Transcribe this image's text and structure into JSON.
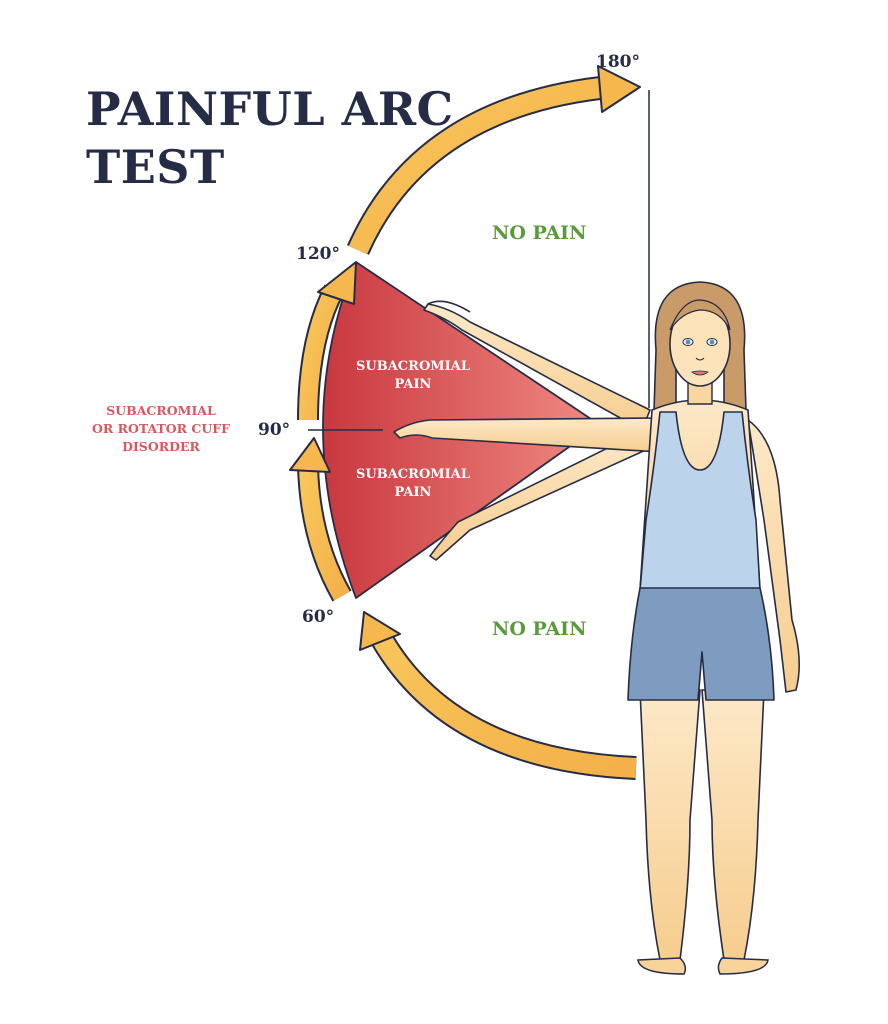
{
  "title": {
    "line1": "PAINFUL ARC",
    "line2": "TEST"
  },
  "angles": {
    "a180": "180°",
    "a120": "120°",
    "a90": "90°",
    "a60": "60°"
  },
  "zones": {
    "upper": "NO PAIN",
    "lower": "NO PAIN"
  },
  "pain": {
    "upper": [
      "SUBACROMIAL",
      "PAIN"
    ],
    "lower": [
      "SUBACROMIAL",
      "PAIN"
    ]
  },
  "condition": [
    "SUBACROMIAL",
    "OR ROTATOR CUFF",
    "DISORDER"
  ],
  "colors": {
    "title": "#262c45",
    "no_pain": "#5a9a3a",
    "pain_sector": "#d9575f",
    "arrow": "#f7c04e",
    "skin": "#fbe0b3",
    "top": "#bcd3ec",
    "shorts": "#7e9cc0",
    "hair": "#c99b69"
  }
}
